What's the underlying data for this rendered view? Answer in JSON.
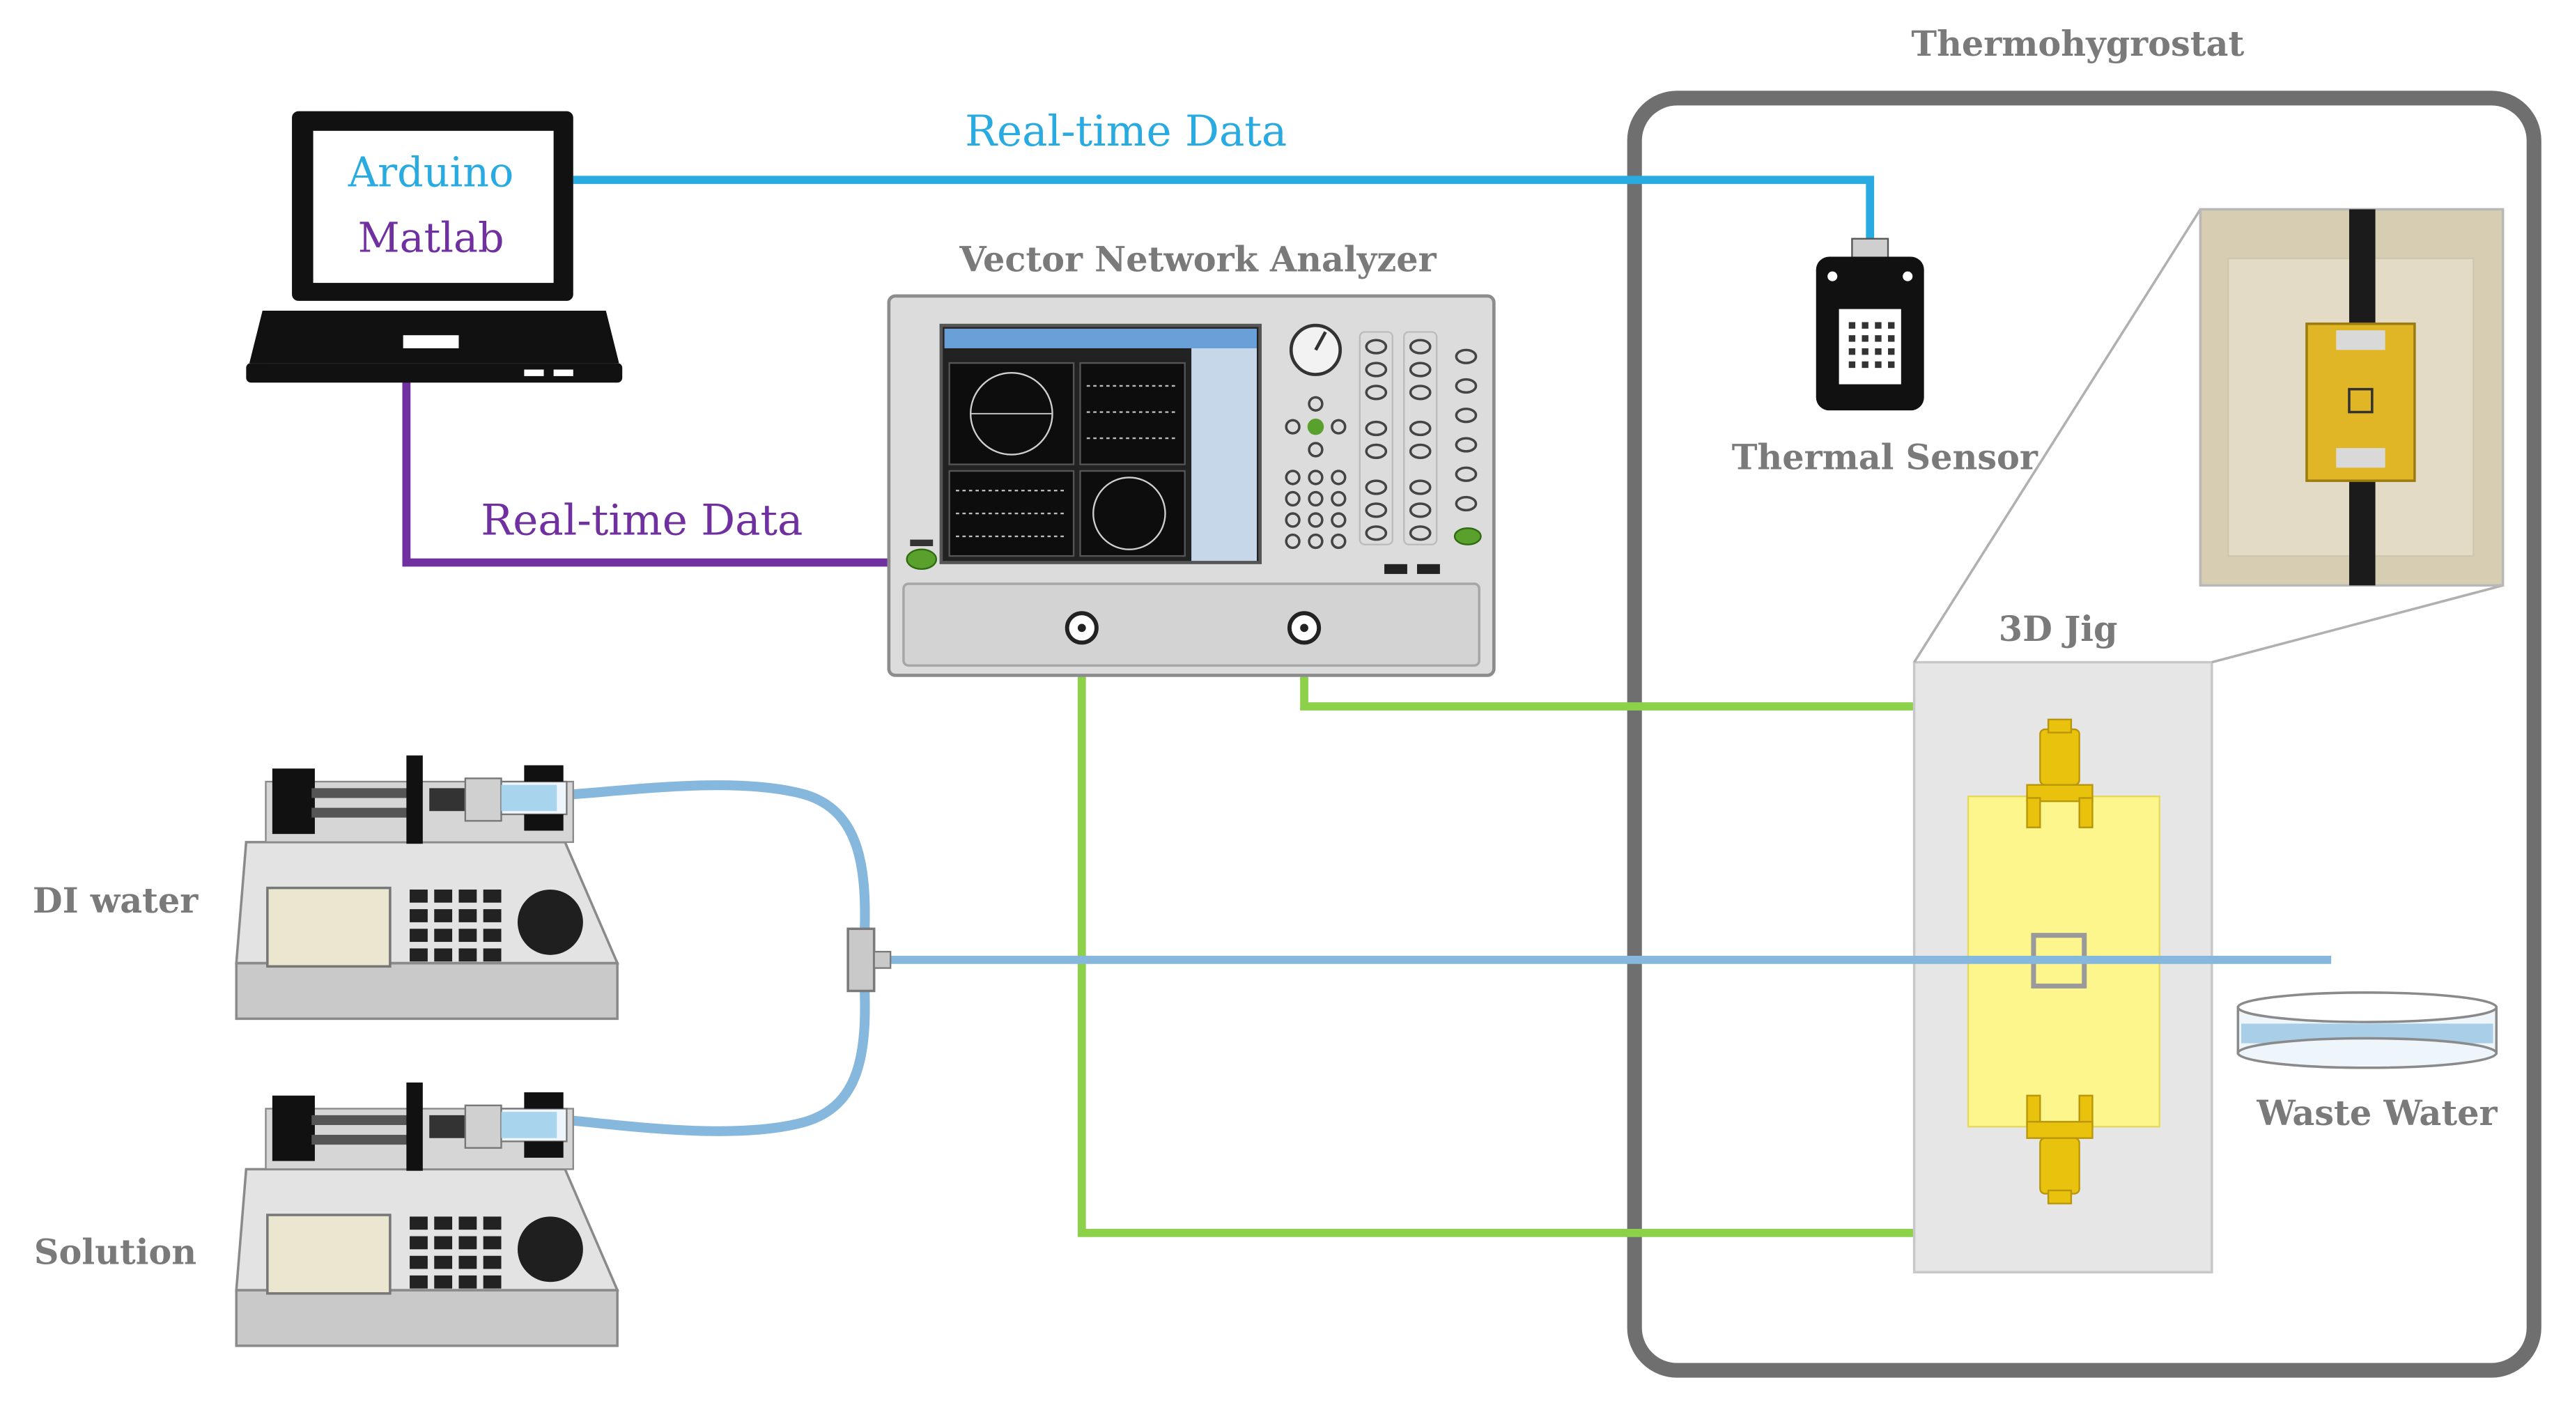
{
  "labels": {
    "thermohygrostat": "Thermohygrostat",
    "arduino": "Arduino",
    "matlab": "Matlab",
    "realtime_top": "Real-time Data",
    "realtime_left": "Real-time Data",
    "vna": "Vector Network Analyzer",
    "thermal_sensor": "Thermal Sensor",
    "jig": "3D Jig",
    "di_water": "DI water",
    "solution": "Solution",
    "waste_water": "Waste Water"
  },
  "colors": {
    "arduino_text": "#29abe2",
    "matlab_text": "#7030a0",
    "realtime_top": "#29abe2",
    "realtime_left": "#7030a0",
    "rf_cable": "#8dd14b",
    "tube": "#86b7dc",
    "label_gray": "#7a7a7a",
    "chamber_border": "#6f6f6f",
    "jig_fill": "#e6e6e6",
    "pcb_fill": "#fcf68c",
    "connector": "#e8c20c"
  },
  "icons": {
    "laptop": "laptop-icon",
    "vna": "network-analyzer-icon",
    "sensor": "thermal-sensor-icon",
    "pump": "syringe-pump-icon",
    "dish": "waste-dish-icon",
    "photo": "jig-photo-icon"
  }
}
